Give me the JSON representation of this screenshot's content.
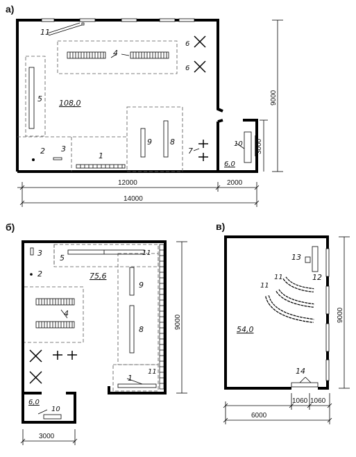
{
  "plan_a": {
    "label": "а)",
    "area": "108,0",
    "area_small": "6,0",
    "numbers": {
      "n1": "1",
      "n2": "2",
      "n3": "3",
      "n4": "4",
      "n5": "5",
      "n6a": "6",
      "n6b": "6",
      "n7": "7",
      "n8": "8",
      "n9": "9",
      "n10": "10",
      "n11": "11"
    },
    "dims": {
      "width_main": "12000",
      "width_annex": "2000",
      "width_total": "14000",
      "height": "9000",
      "height_annex": "3000"
    }
  },
  "plan_b": {
    "label": "б)",
    "area": "75,6",
    "area_small": "6,0",
    "numbers": {
      "n1": "1",
      "n2": "2",
      "n3": "3",
      "n4": "4",
      "n5": "5",
      "n8": "8",
      "n9": "9",
      "n10": "10",
      "n11a": "11",
      "n11b": "11"
    },
    "dims": {
      "height": "9000",
      "width": "3000"
    }
  },
  "plan_v": {
    "label": "в)",
    "area": "54,0",
    "numbers": {
      "n11a": "11",
      "n11b": "11",
      "n12": "12",
      "n13": "13",
      "n14": "14"
    },
    "dims": {
      "height": "9000",
      "width": "6000",
      "seg1": "1060",
      "seg2": "1060"
    }
  }
}
